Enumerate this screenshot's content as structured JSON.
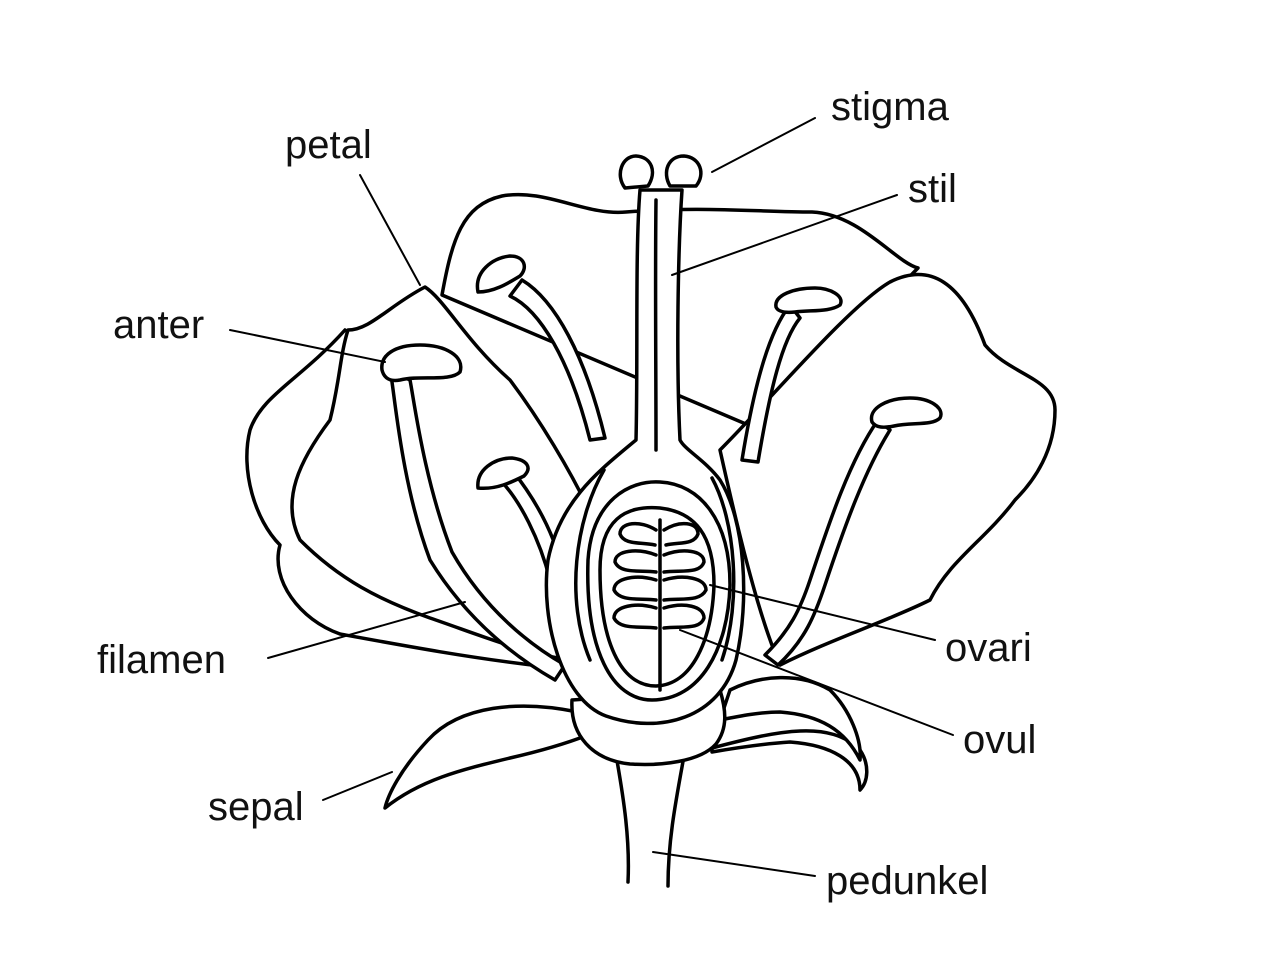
{
  "labels": {
    "stigma": "stigma",
    "petal": "petal",
    "stil": "stil",
    "anter": "anter",
    "filamen": "filamen",
    "ovari": "ovari",
    "ovul": "ovul",
    "sepal": "sepal",
    "pedunkel": "pedunkel"
  },
  "colors": {
    "line": "#000000",
    "background": "#ffffff",
    "text": "#111111"
  }
}
